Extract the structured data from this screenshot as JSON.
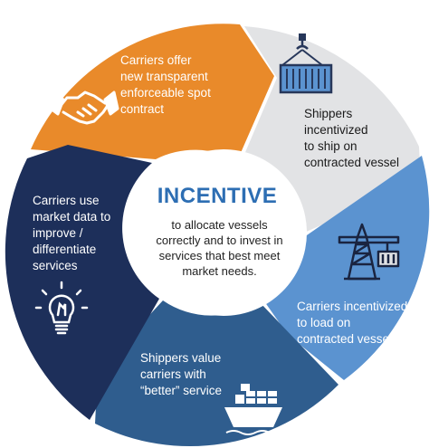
{
  "colors": {
    "orange": "#E98A2A",
    "light_gray": "#E2E3E5",
    "light_blue": "#5B93D0",
    "mid_blue": "#2F5D8E",
    "navy": "#1D2F5A",
    "title_blue": "#2D6EB3",
    "icon_dark": "#27375A"
  },
  "center": {
    "title": "INCENTIVE",
    "text": "to allocate vessels\ncorrectly and to invest in\nservices that best meet\nmarket needs."
  },
  "segments": [
    {
      "id": "spot-contract",
      "text": "Carriers offer\nnew transparent\nenforceable spot\ncontract",
      "icon": "handshake-icon"
    },
    {
      "id": "shippers-ship",
      "text": "Shippers\nincentivized\nto ship on\ncontracted vessel",
      "icon": "container-crane-icon"
    },
    {
      "id": "carriers-load",
      "text": "Carriers incentivized\nto load on\ncontracted vessel",
      "icon": "port-crane-icon"
    },
    {
      "id": "shippers-value",
      "text": "Shippers value\ncarriers with\n“better” service",
      "icon": "cargo-ship-icon"
    },
    {
      "id": "market-data",
      "text": "Carriers use\nmarket data to\nimprove /\ndifferentiate\nservices",
      "icon": "lightbulb-icon"
    }
  ]
}
